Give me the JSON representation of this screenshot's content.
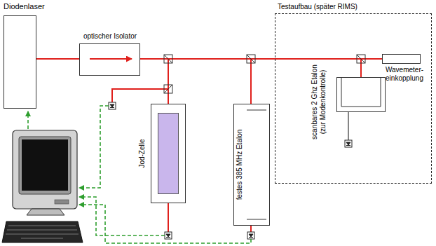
{
  "diagram": {
    "nodes": [
      {
        "text": [
          "Diodenlaser"
        ]
      },
      {
        "text": [
          "optischer Isolator"
        ]
      },
      {
        "text": [
          "Jod-Zelle"
        ]
      },
      {
        "text": [
          "festes 385 MHz Etalon"
        ]
      },
      {
        "text": [
          "Testaufbau (später RIMS)"
        ]
      },
      {
        "text": [
          "scanbares 2 Ghz Etalon (zur Modenkontrolle)"
        ],
        "in": 4
      },
      {
        "text": [
          "Wavemeter- einkopplung"
        ],
        "in": 4
      }
    ],
    "edges": [
      {
        "from": 0,
        "to": 1,
        "arrow": "none"
      },
      {
        "from": 1,
        "to": 2,
        "arrow": "none"
      },
      {
        "from": 1,
        "to": 3,
        "arrow": "none"
      },
      {
        "from": 1,
        "to": 5,
        "arrow": "none"
      },
      {
        "from": 1,
        "to": 6,
        "arrow": "none"
      }
    ]
  }
}
